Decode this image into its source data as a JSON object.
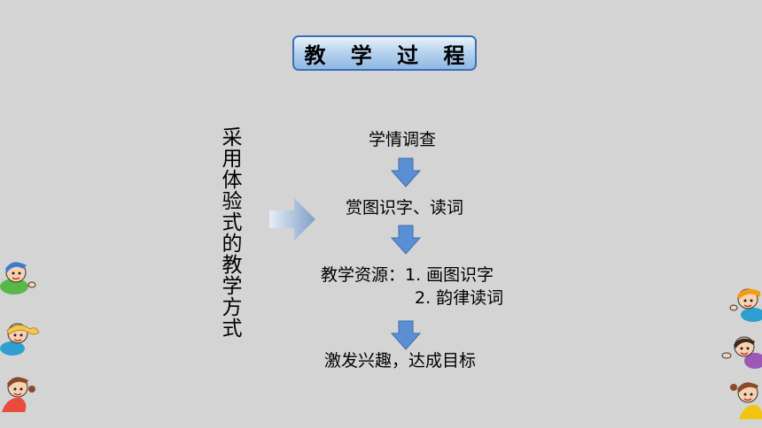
{
  "title": "教 学 过 程",
  "side_label": "采用体验式的教学方式",
  "steps": {
    "step1": "学情调查",
    "step2": "赏图识字、读词",
    "step3_line1": "教学资源：1. 画图识字",
    "step3_line2": "2. 韵律读词",
    "step4": "激发兴趣，达成目标"
  },
  "colors": {
    "background": "#d4d4d4",
    "arrow_blue": "#5b8fd4",
    "title_border": "#3b6fb8"
  },
  "icons": [
    "arrow-right-icon",
    "arrow-down-icon",
    "cartoon-kid-icon"
  ]
}
